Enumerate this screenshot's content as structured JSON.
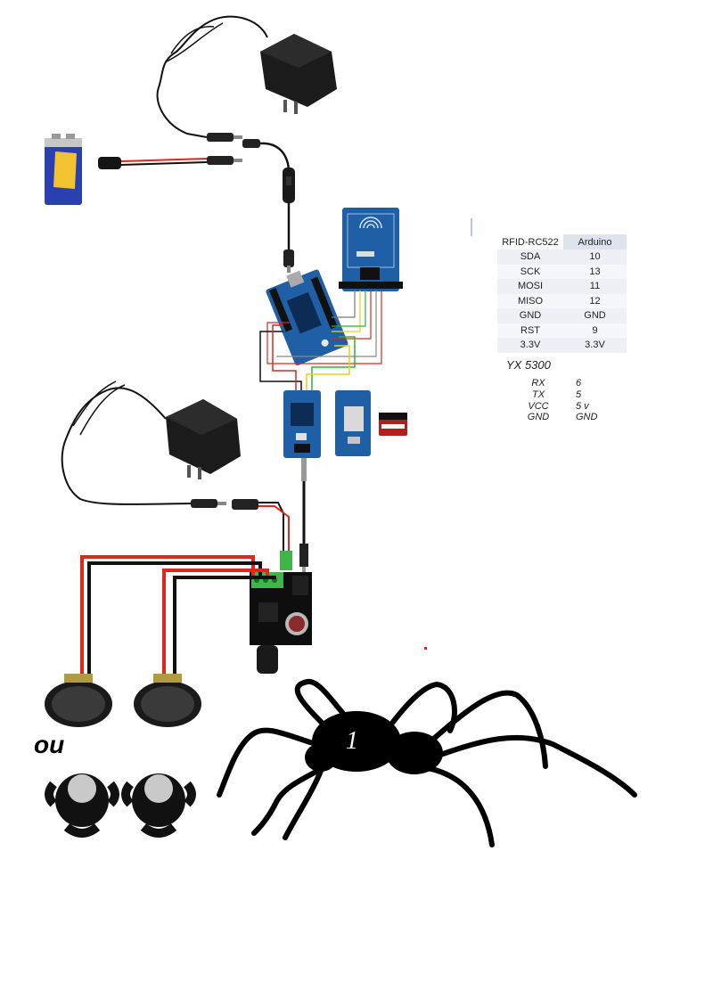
{
  "rfid_table": {
    "headers": [
      "RFID-RC522",
      "Arduino"
    ],
    "rows": [
      [
        "SDA",
        "10"
      ],
      [
        "SCK",
        "13"
      ],
      [
        "MOSI",
        "11"
      ],
      [
        "MISO",
        "12"
      ],
      [
        "GND",
        "GND"
      ],
      [
        "RST",
        "9"
      ],
      [
        "3.3V",
        "3.3V"
      ]
    ]
  },
  "yx5300": {
    "title": "YX  5300",
    "rows": [
      [
        "RX",
        "6"
      ],
      [
        "TX",
        "5"
      ],
      [
        "VCC",
        "5 v"
      ],
      [
        "GND",
        "GND"
      ]
    ]
  },
  "speaker_alt_label": "ou",
  "spider_number": "1",
  "colors": {
    "wire_red": "#e0261e",
    "wire_black": "#111111",
    "wire_green": "#2bb52b",
    "wire_yellow": "#e7d21a",
    "board_blue": "#1f5fa6",
    "board_green_terminal": "#3fb54a",
    "battery_blue": "#2a3fb0"
  },
  "icons": [
    "power-adapter-icon",
    "battery-9v-icon",
    "rocker-switch-icon",
    "arduino-uno-icon",
    "rfid-rc522-icon",
    "yx5300-mp3-module-icon",
    "sd-card-module-icon",
    "micro-sd-card-icon",
    "audio-amplifier-icon",
    "speaker-icon",
    "exciter-speaker-icon",
    "spider-silhouette-icon"
  ]
}
